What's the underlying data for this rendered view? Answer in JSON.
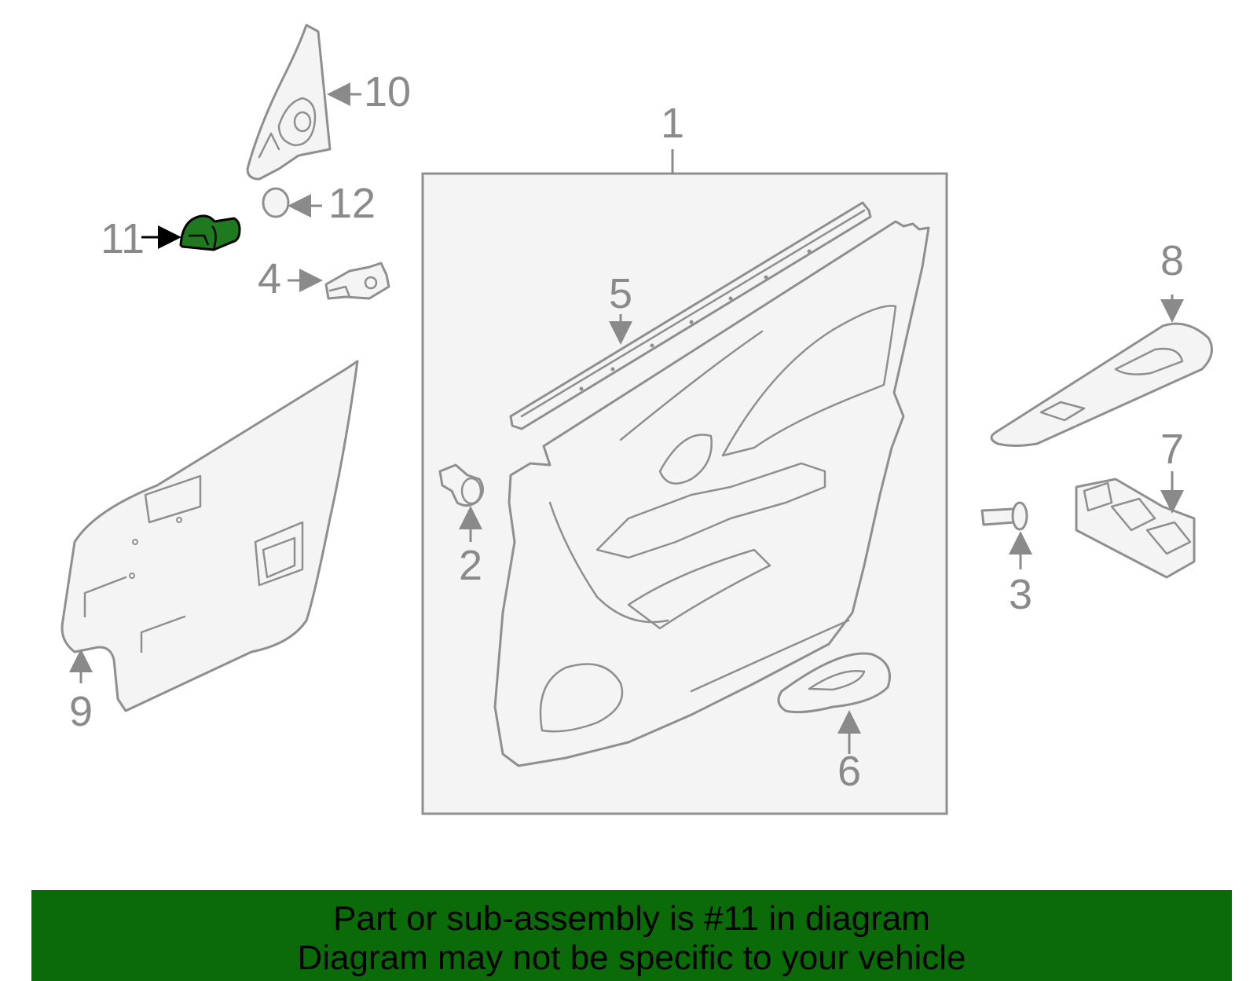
{
  "callouts": {
    "c1": "1",
    "c2": "2",
    "c3": "3",
    "c4": "4",
    "c5": "5",
    "c6": "6",
    "c7": "7",
    "c8": "8",
    "c9": "9",
    "c10": "10",
    "c11": "11",
    "c12": "12"
  },
  "highlighted_part": "11",
  "colors": {
    "highlight_fill": "#1f7a1f",
    "banner_bg": "#0a6b08",
    "line_gray": "#8f8f8f",
    "panel_bg": "#f4f4f4"
  },
  "banner": {
    "line1": "Part or sub-assembly is #11 in diagram",
    "line2": "Diagram may not be specific to your vehicle"
  }
}
